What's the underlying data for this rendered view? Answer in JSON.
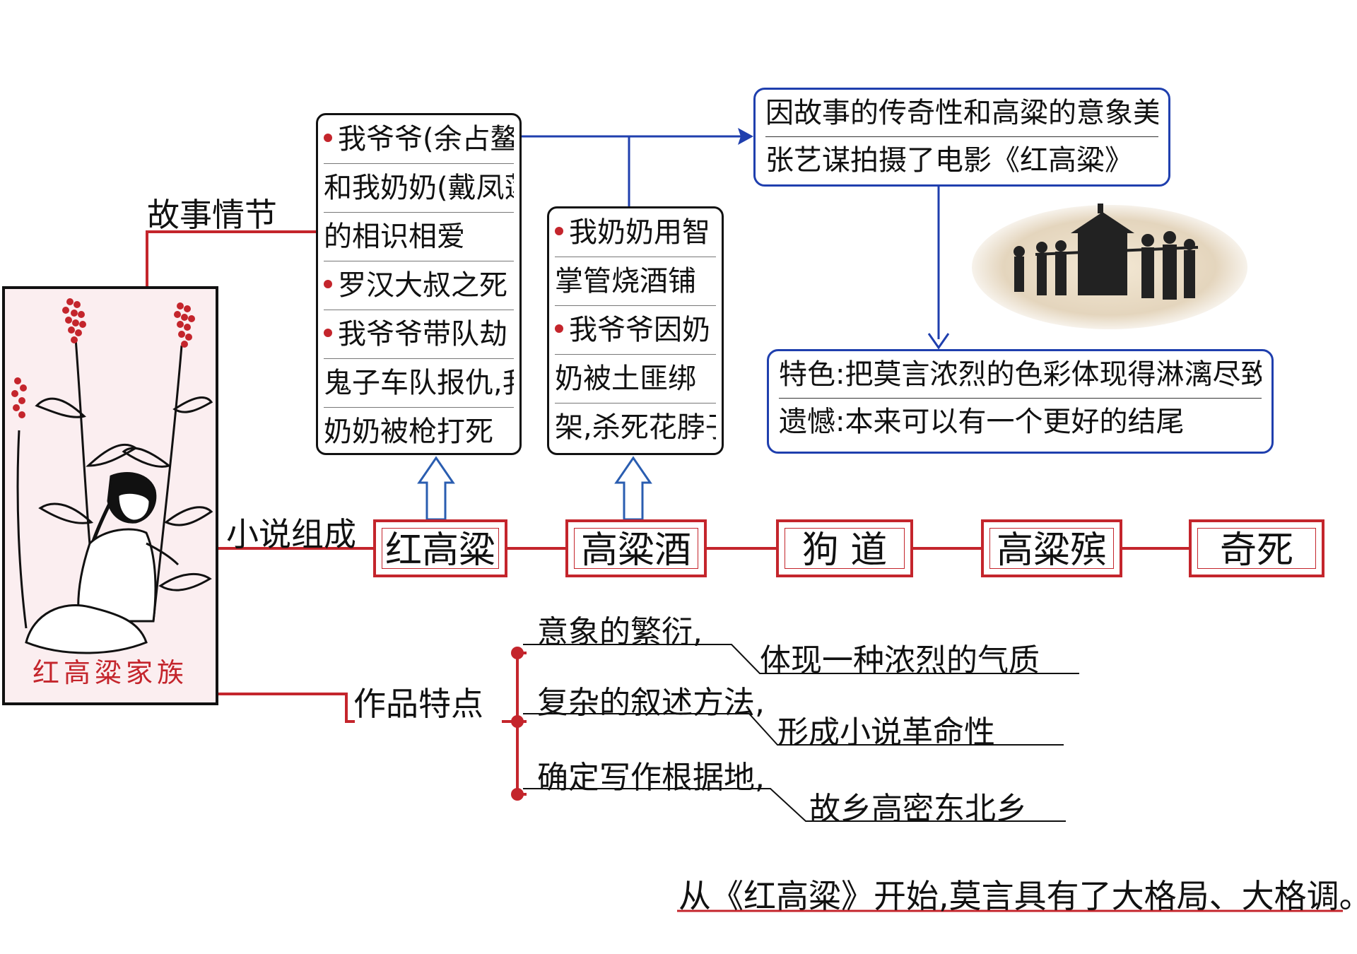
{
  "cover": {
    "title": "红高粱家族"
  },
  "branches": {
    "plot": "故事情节",
    "parts": "小说组成",
    "features": "作品特点"
  },
  "plot_box_1": {
    "lines": [
      "我爷爷(余占鳌)",
      "和我奶奶(戴凤莲)",
      "的相识相爱",
      "罗汉大叔之死",
      "我爷爷带队劫",
      "鬼子车队报仇,我",
      "奶奶被枪打死"
    ]
  },
  "plot_box_2": {
    "lines": [
      "我奶奶用智",
      "掌管烧酒铺",
      "我爷爷因奶",
      "奶被土匪绑",
      "架,杀死花脖子"
    ]
  },
  "film_box": {
    "lines": [
      "因故事的传奇性和高粱的意象美",
      "张艺谋拍摄了电影《红高粱》"
    ]
  },
  "eval_box": {
    "lines": [
      "特色:把莫言浓烈的色彩体现得淋漓尽致",
      "遗憾:本来可以有一个更好的结尾"
    ]
  },
  "parts": [
    "红高粱",
    "高粱酒",
    "狗 道",
    "高粱殡",
    "奇死"
  ],
  "features": [
    {
      "left": "意象的繁衍,",
      "right": "体现一种浓烈的气质"
    },
    {
      "left": "复杂的叙述方法,",
      "right": "形成小说革命性"
    },
    {
      "left": "确定写作根据地,",
      "right": "故乡高密东北乡"
    }
  ],
  "conclusion": "从《红高粱》开始,莫言具有了大格局、大格调。",
  "colors": {
    "red": "#c4252c",
    "blue": "#1f3fae",
    "black": "#111111"
  },
  "icons": [
    "sorghum-woman-illustration",
    "sedan-chair-film-still"
  ]
}
